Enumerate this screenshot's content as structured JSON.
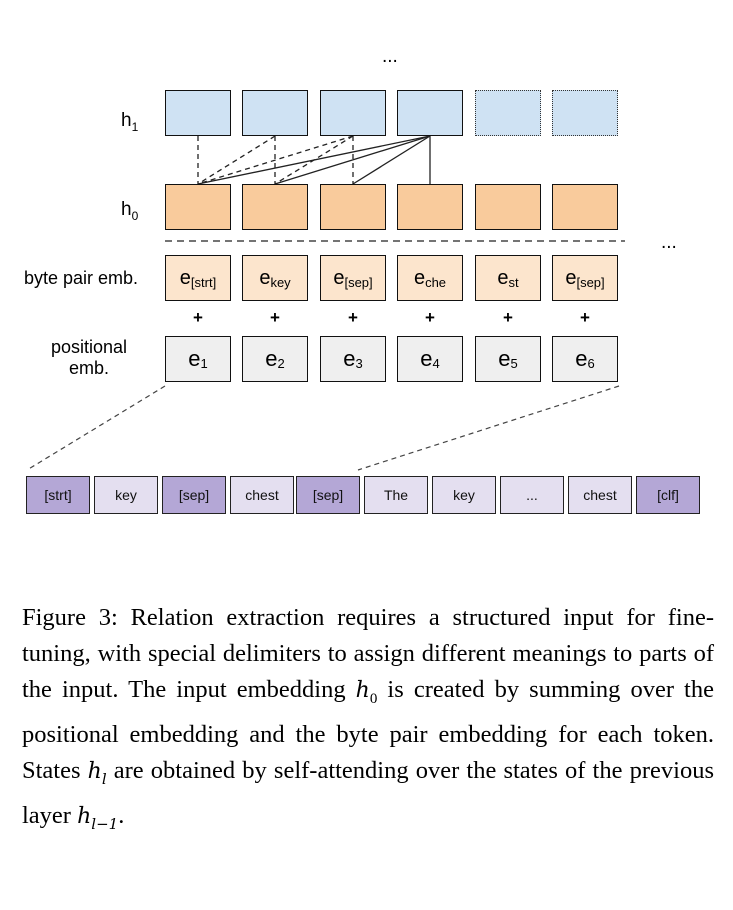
{
  "diagram": {
    "top_ellipsis": "...",
    "right_ellipsis": "...",
    "labels": {
      "h1": "h",
      "h1_sub": "1",
      "h0": "h",
      "h0_sub": "0",
      "bpe": "byte pair emb.",
      "pos_line1": "positional",
      "pos_line2": "emb."
    },
    "bpe_boxes": [
      {
        "base": "e",
        "sub": "[strt]"
      },
      {
        "base": "e",
        "sub": "key"
      },
      {
        "base": "e",
        "sub": "[sep]"
      },
      {
        "base": "e",
        "sub": "che"
      },
      {
        "base": "e",
        "sub": "st"
      },
      {
        "base": "e",
        "sub": "[sep]"
      }
    ],
    "plus": "+",
    "pos_boxes": [
      {
        "base": "e",
        "sub": "1"
      },
      {
        "base": "e",
        "sub": "2"
      },
      {
        "base": "e",
        "sub": "3"
      },
      {
        "base": "e",
        "sub": "4"
      },
      {
        "base": "e",
        "sub": "5"
      },
      {
        "base": "e",
        "sub": "6"
      }
    ],
    "tokens": [
      "[strt]",
      "key",
      "[sep]",
      "chest",
      "[sep]",
      "The",
      "key",
      "...",
      "chest",
      "[clf]"
    ]
  },
  "caption": {
    "p1": "Figure 3: Relation extraction requires a structured input for fine-tuning, with special delimiters to assign different meanings to parts of the input. The input embedding ",
    "h0_base": "h",
    "h0_sub": "0",
    "p2": " is created by summing over the positional embedding and the byte pair embedding for each token. States ",
    "hl_base": "h",
    "hl_sub": "l",
    "p3": " are obtained by self-attending over the states of the previous layer ",
    "hlm1_base": "h",
    "hlm1_sub": "l−1",
    "p4": "."
  },
  "colors": {
    "h1": "#cfe2f3",
    "h0": "#f9cb9c",
    "bpe": "#fce5cd",
    "pos": "#efefef",
    "token_special": "#b4a7d6",
    "token_normal": "#e4dff0"
  }
}
